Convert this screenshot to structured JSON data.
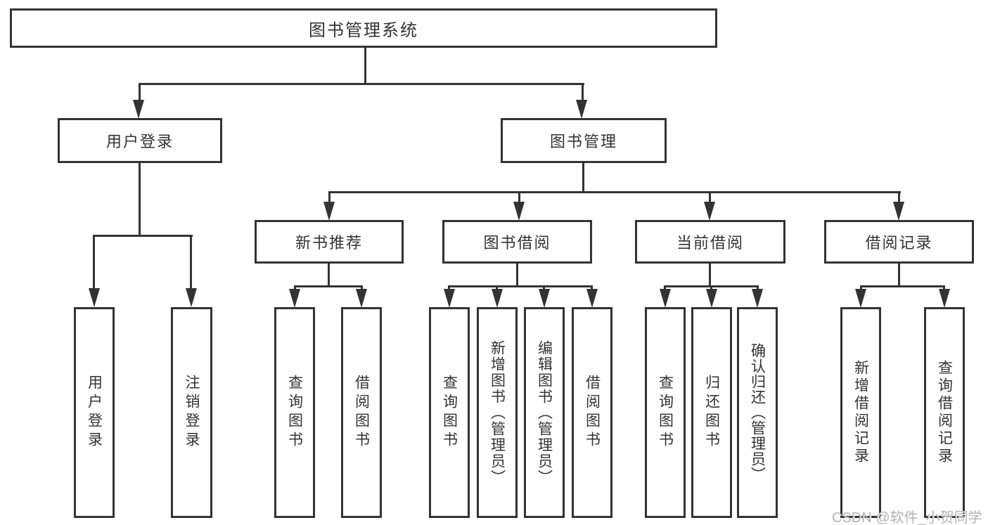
{
  "diagram": {
    "root": {
      "label": "图书管理系统"
    },
    "branches": [
      {
        "label": "用户登录",
        "children": [
          {
            "label": "用户登录"
          },
          {
            "label": "注销登录"
          }
        ]
      },
      {
        "label": "图书管理",
        "children": [
          {
            "label": "新书推荐",
            "children": [
              {
                "label": "查询图书"
              },
              {
                "label": "借阅图书"
              }
            ]
          },
          {
            "label": "图书借阅",
            "children": [
              {
                "label": "查询图书"
              },
              {
                "label": "新增图书（管理员）"
              },
              {
                "label": "编辑图书（管理员）"
              },
              {
                "label": "借阅图书"
              }
            ]
          },
          {
            "label": "当前借阅",
            "children": [
              {
                "label": "查询图书"
              },
              {
                "label": "归还图书"
              },
              {
                "label": "确认归还（管理员）"
              }
            ]
          },
          {
            "label": "借阅记录",
            "children": [
              {
                "label": "新增借阅记录"
              },
              {
                "label": "查询借阅记录"
              }
            ]
          }
        ]
      }
    ]
  },
  "watermark": {
    "text": "CSDN @软件_小贺同学"
  },
  "colors": {
    "line": "#333333",
    "text": "#333333",
    "watermark": "#b4b4b4",
    "background": "#ffffff"
  }
}
